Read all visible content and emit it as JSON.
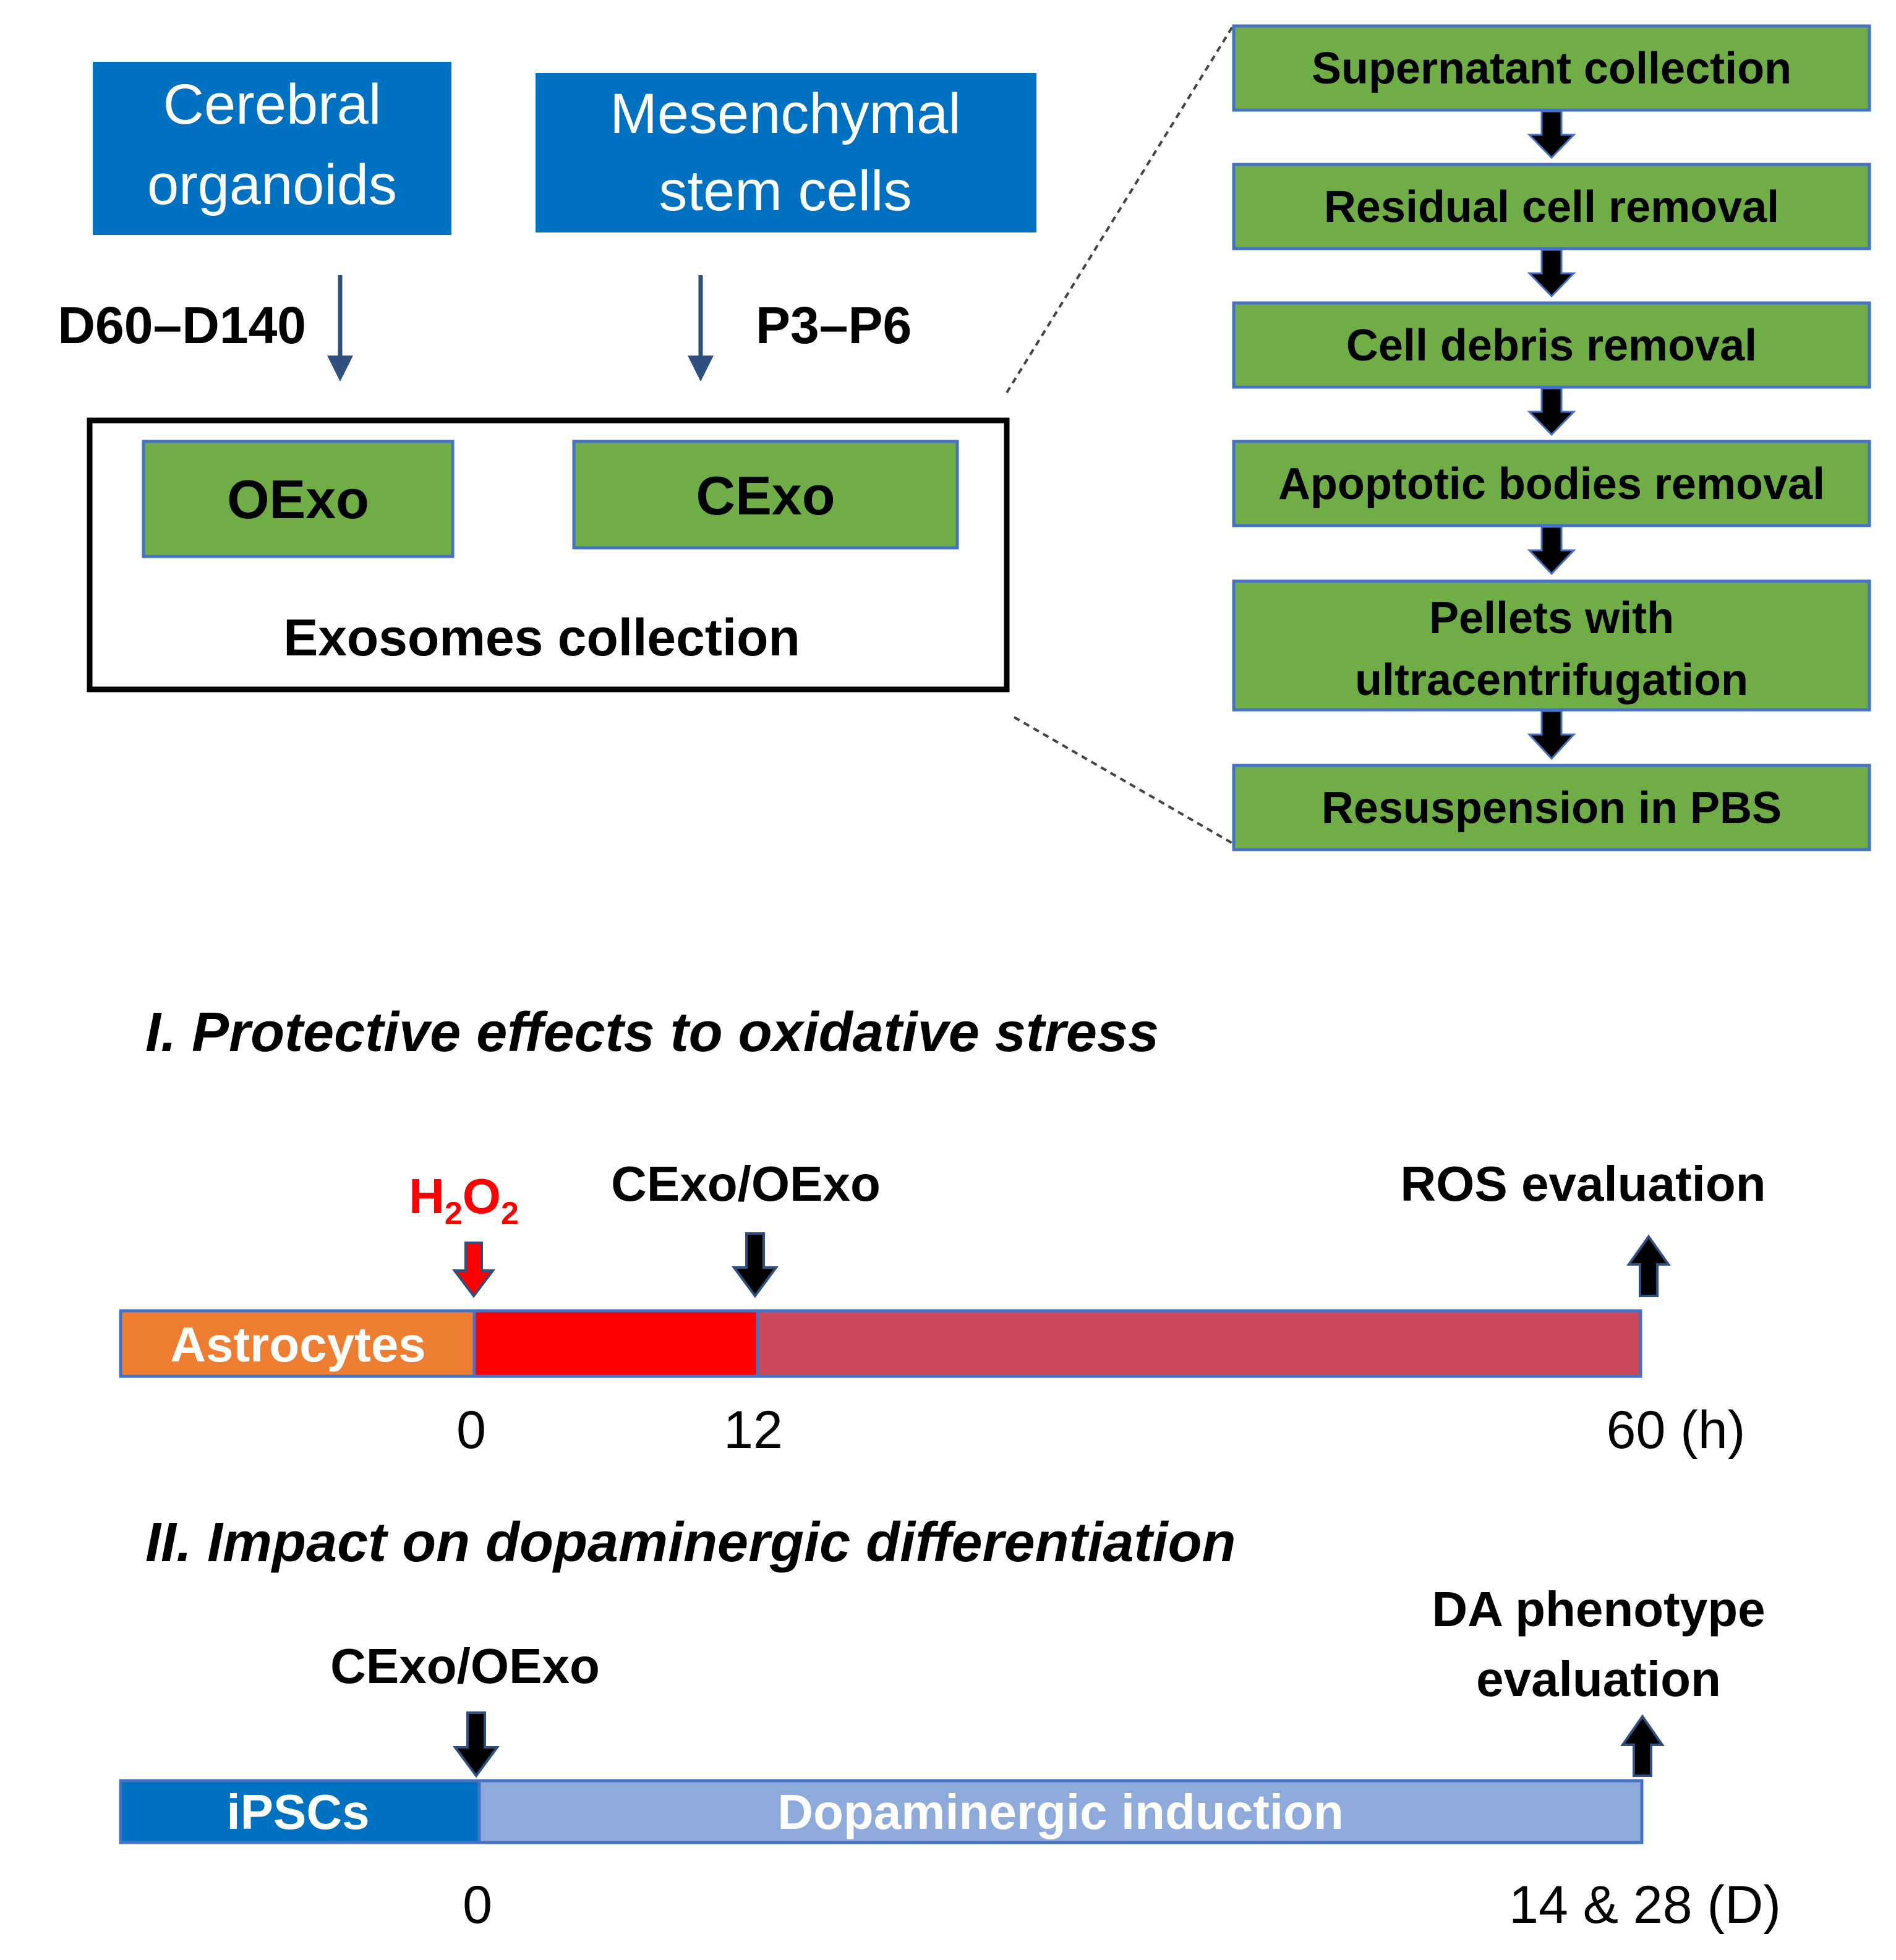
{
  "sources": [
    {
      "title_line1": "Cerebral",
      "title_line2": "organoids",
      "condition": "D60–D140"
    },
    {
      "title_line1": "Mesenchymal",
      "title_line2": "stem cells",
      "condition": "P3–P6"
    }
  ],
  "exosomes": {
    "organoid_label": "OExo",
    "control_label": "CExo",
    "collection_label": "Exosomes collection"
  },
  "protocol_steps": [
    {
      "line1": "Supernatant collection",
      "line2": ""
    },
    {
      "line1": "Residual cell removal",
      "line2": ""
    },
    {
      "line1": "Cell debris removal",
      "line2": ""
    },
    {
      "line1": "Apoptotic bodies removal",
      "line2": ""
    },
    {
      "line1": "Pellets with",
      "line2": "ultracentrifugation"
    },
    {
      "line1": "Resuspension in PBS",
      "line2": ""
    }
  ],
  "experiment1": {
    "title": "I. Protective effects to oxidative stress",
    "stress_main_1": "H",
    "stress_sub_1": "2",
    "stress_main_2": "O",
    "stress_sub_2": "2",
    "treatment_label": "CExo/OExo",
    "readout_label": "ROS evaluation",
    "cell_label": "Astrocytes",
    "tick_0": "0",
    "tick_12": "12",
    "tick_end": "60 (h)"
  },
  "experiment2": {
    "title": "II. Impact on dopaminergic differentiation",
    "treatment_label": "CExo/OExo",
    "readout_line1": "DA phenotype",
    "readout_line2": "evaluation",
    "cell_label": "iPSCs",
    "phase_label": "Dopaminergic induction",
    "tick_0": "0",
    "tick_end": "14 & 28 (D)"
  },
  "colors": {
    "blue_box": "#0070c0",
    "green_box": "#70ad47",
    "green_border": "#4472c4",
    "orange_bar": "#ed7d31",
    "red_bar": "#ff0000",
    "rose_bar": "#cd4a5e",
    "light_blue_bar": "#8eaadb",
    "stress_red": "#ff0000"
  }
}
